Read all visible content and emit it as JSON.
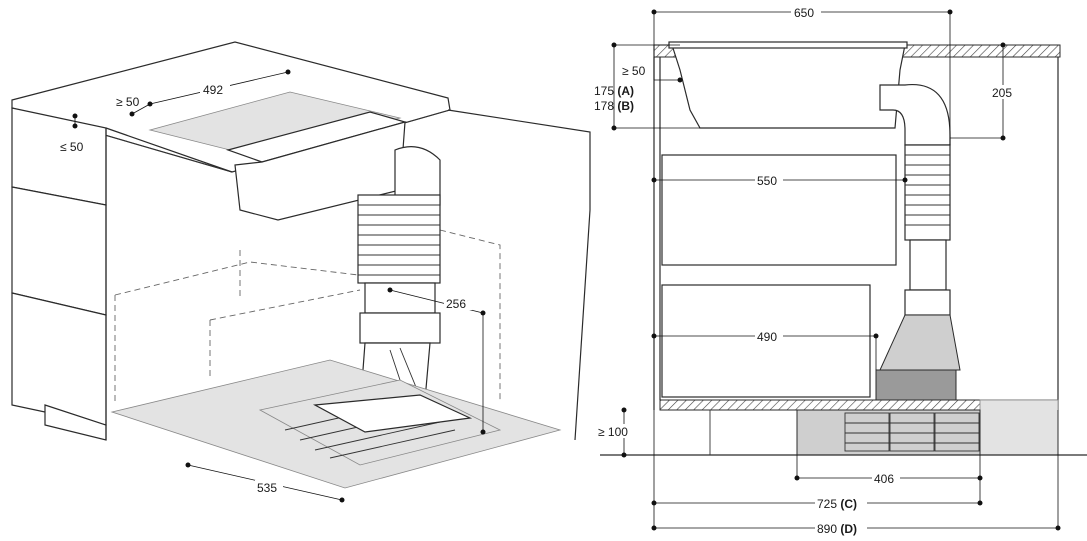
{
  "left_view": {
    "dims": {
      "top_cutout_width": "492",
      "front_gap": "≥ 50",
      "side_gap": "≤ 50",
      "duct_height": "256",
      "base_depth": "535"
    }
  },
  "right_view": {
    "dims": {
      "overall_width": "650",
      "top_min_gap": "≥ 50",
      "hob_depth_a": "175",
      "hob_depth_a_tag": "(A)",
      "hob_depth_b": "178",
      "hob_depth_b_tag": "(B)",
      "duct_offset": "205",
      "drawer_depth_upper": "550",
      "drawer_depth_lower": "490",
      "plinth_height": "≥ 100",
      "fan_unit_width": "406",
      "depth_c": "725",
      "depth_c_tag": "(C)",
      "depth_d": "890",
      "depth_d_tag": "(D)"
    }
  },
  "colors": {
    "line": "#2b2b2b",
    "fill_grey": "#cfcfcf",
    "fill_light_grey": "#e3e3e3",
    "background": "#ffffff"
  }
}
